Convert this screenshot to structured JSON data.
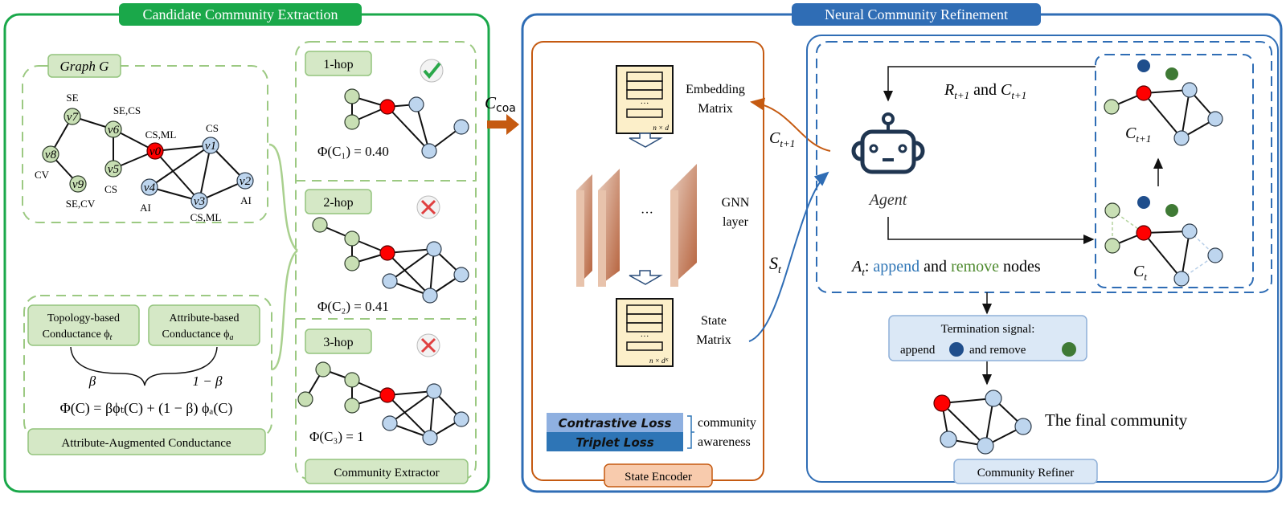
{
  "left_panel": {
    "title": "Candidate Community Extraction",
    "graph": {
      "label": "Graph G",
      "nodes": [
        {
          "id": "v0",
          "attr": "CS,ML",
          "color": "red"
        },
        {
          "id": "v1",
          "attr": "CS",
          "color": "blue"
        },
        {
          "id": "v2",
          "attr": "AI",
          "color": "blue"
        },
        {
          "id": "v3",
          "attr": "CS,ML",
          "color": "blue"
        },
        {
          "id": "v4",
          "attr": "AI",
          "color": "blue"
        },
        {
          "id": "v5",
          "attr": "CS",
          "color": "green"
        },
        {
          "id": "v6",
          "attr": "SE,CS",
          "color": "green"
        },
        {
          "id": "v7",
          "attr": "SE",
          "color": "green"
        },
        {
          "id": "v8",
          "attr": "CV",
          "color": "green"
        },
        {
          "id": "v9",
          "attr": "SE,CV",
          "color": "green"
        }
      ]
    },
    "conductance": {
      "topology": [
        "Topology-based",
        "Conductance ϕ",
        "t"
      ],
      "attribute": [
        "Attribute-based",
        "Conductance ϕ",
        "a"
      ],
      "beta": "β",
      "one_minus_beta": "1 − β",
      "formula": "Φ(C) = βϕₜ(C) + (1 − β) ϕₐ(C)",
      "label": "Attribute-Augmented Conductance"
    },
    "extractor": {
      "label": "Community Extractor",
      "hops": [
        {
          "label": "1-hop",
          "score": "Φ(C₁) = 0.40",
          "status": "check-icon"
        },
        {
          "label": "2-hop",
          "score": "Φ(C₂) = 0.41",
          "status": "cross-icon"
        },
        {
          "label": "3-hop",
          "score": "Φ(C₃) = 1",
          "status": "cross-icon"
        }
      ]
    }
  },
  "transfer_label": "C",
  "transfer_sub": "coa",
  "right_panel": {
    "title": "Neural Community Refinement",
    "encoder": {
      "label": "State Encoder",
      "embedding": [
        "Embedding",
        "Matrix"
      ],
      "embedding_dim": "n × d",
      "gnn": [
        "GNN",
        "layer"
      ],
      "state": [
        "State",
        "Matrix"
      ],
      "state_dim": "n × dᴷ",
      "dots": "···",
      "losses": [
        "Contrastive Loss",
        "Triplet Loss"
      ],
      "awareness": [
        "community",
        "awareness"
      ]
    },
    "c_next": "C",
    "c_next_sub": "t+1",
    "s_t": "S",
    "s_t_sub": "t",
    "refiner": {
      "label": "Community Refiner",
      "agent": "Agent",
      "reward": {
        "r": "R",
        "r_sub": "t+1",
        "and": " and ",
        "c": "C",
        "c_sub": "t+1"
      },
      "action": {
        "a": "A",
        "a_sub": "t",
        "colon": ": ",
        "append": "append",
        "and": " and ",
        "remove": "remove",
        "nodes": " nodes"
      },
      "c_t1": "C",
      "c_t1_sub": "t+1",
      "c_t": "C",
      "c_t_sub": "t",
      "termination": [
        "Termination signal:",
        "append",
        "and remove"
      ],
      "final": "The final community"
    }
  },
  "colors": {
    "green": "#1aa84a",
    "blue": "#2f6db5",
    "orange": "#c55a11",
    "append": "#2e75b6",
    "remove": "#4e8a2e",
    "node_dark_blue": "#1f4e8c",
    "node_dark_green": "#3f7a35"
  }
}
